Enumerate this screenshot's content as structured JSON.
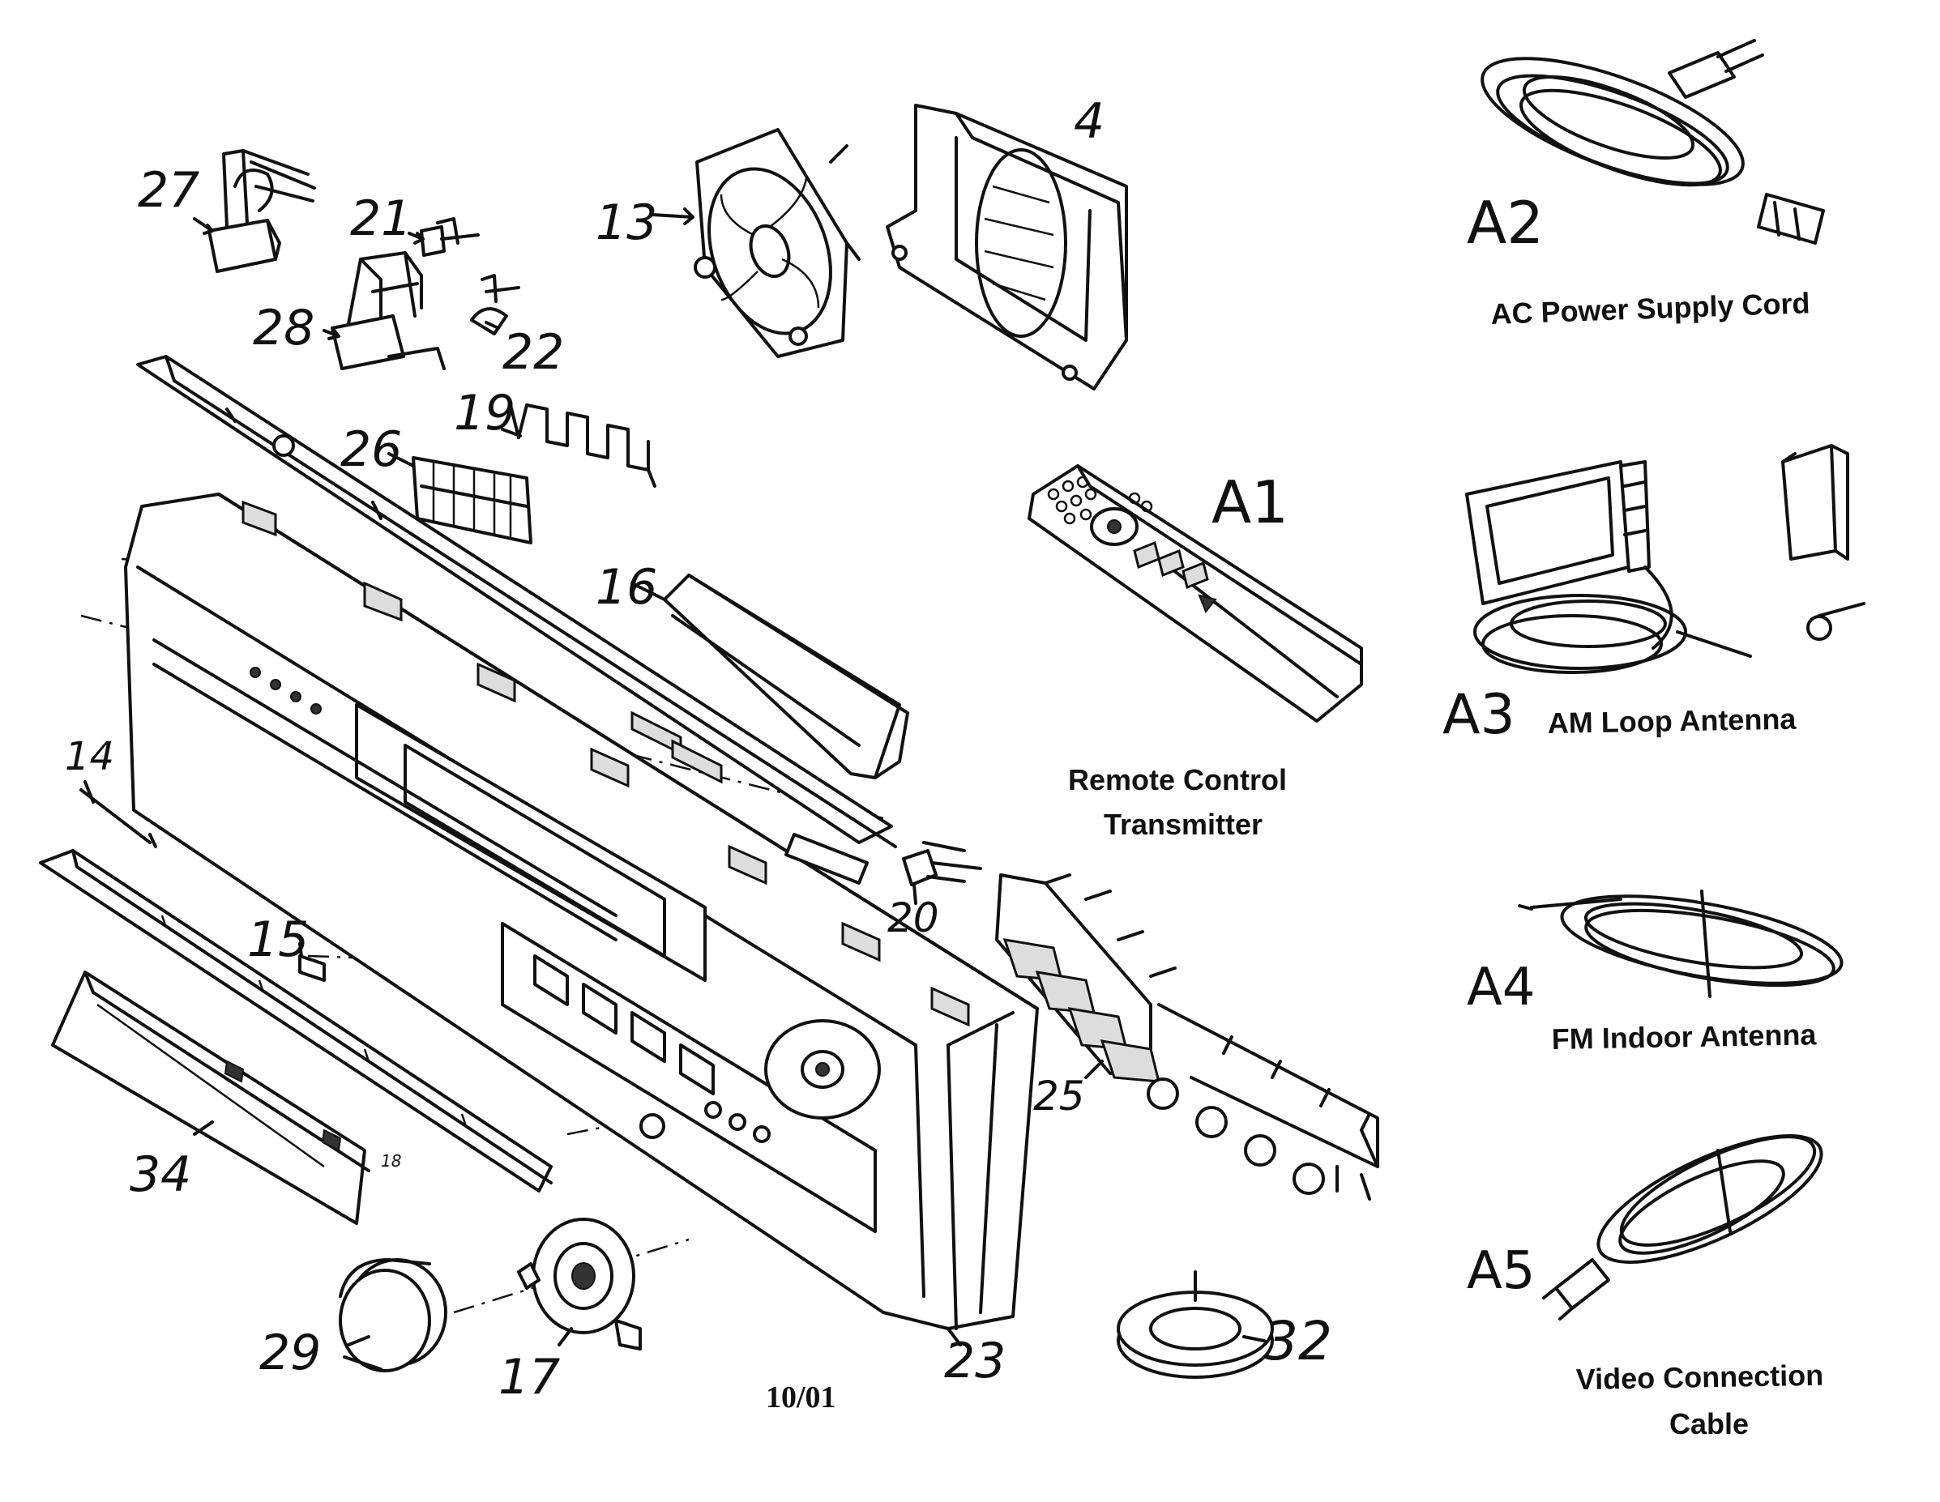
{
  "part_labels": {
    "p27": "27",
    "p21": "21",
    "p28": "28",
    "p22": "22",
    "p13": "13",
    "p4": "4",
    "p19": "19",
    "p26": "26",
    "p16": "16",
    "p14": "14",
    "p15": "15",
    "p20": "20",
    "p25": "25",
    "p34": "34",
    "p18": "18",
    "p29": "29",
    "p17": "17",
    "p23": "23",
    "p32": "32",
    "pA1": "A1",
    "pA2": "A2",
    "pA3": "A3",
    "pA4": "A4",
    "pA5": "A5"
  },
  "accessories": {
    "a2_name": "AC Power Supply Cord",
    "a1_name_line1": "Remote Control",
    "a1_name_line2": "Transmitter",
    "a3_name": "AM Loop Antenna",
    "a4_name": "FM Indoor Antenna",
    "a5_name_line1": "Video Connection",
    "a5_name_line2": "Cable"
  },
  "footer": {
    "date_code": "10/01"
  }
}
